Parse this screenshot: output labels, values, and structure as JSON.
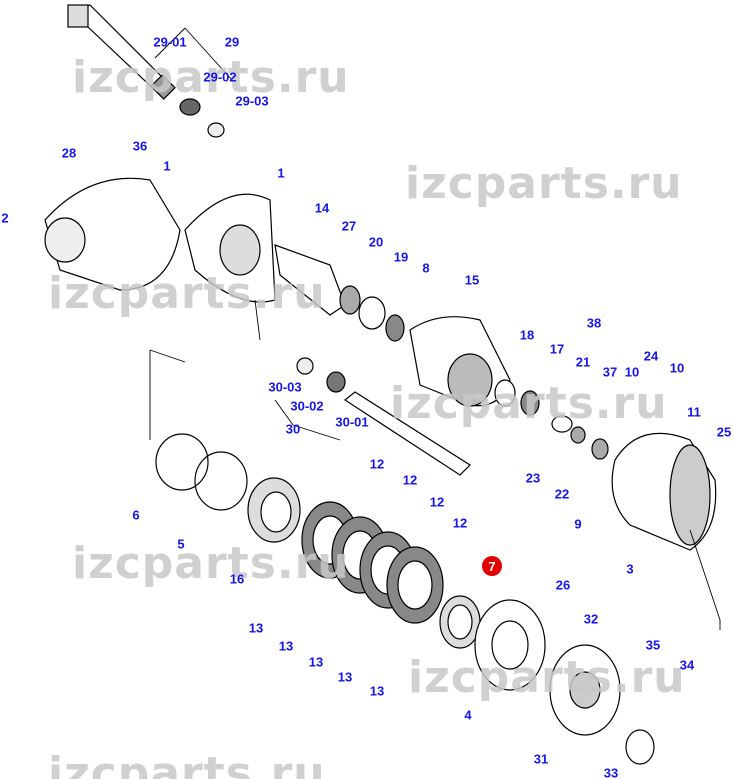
{
  "watermark": "izcparts.ru",
  "colors": {
    "label": "#1515ee",
    "highlight": "#e00000",
    "watermark": "#c8c8c8"
  },
  "labels": [
    "29-01",
    "29",
    "29-02",
    "29-03",
    "28",
    "36",
    "1",
    "1",
    "2",
    "14",
    "27",
    "20",
    "19",
    "8",
    "15",
    "18",
    "17",
    "38",
    "21",
    "37",
    "10",
    "24",
    "10",
    "11",
    "25",
    "23",
    "22",
    "9",
    "30-03",
    "30-02",
    "30-01",
    "30",
    "6",
    "5",
    "16",
    "12",
    "12",
    "12",
    "12",
    "3",
    "26",
    "32",
    "13",
    "13",
    "13",
    "13",
    "13",
    "35",
    "34",
    "4",
    "31",
    "33"
  ],
  "highlighted_label": "7"
}
